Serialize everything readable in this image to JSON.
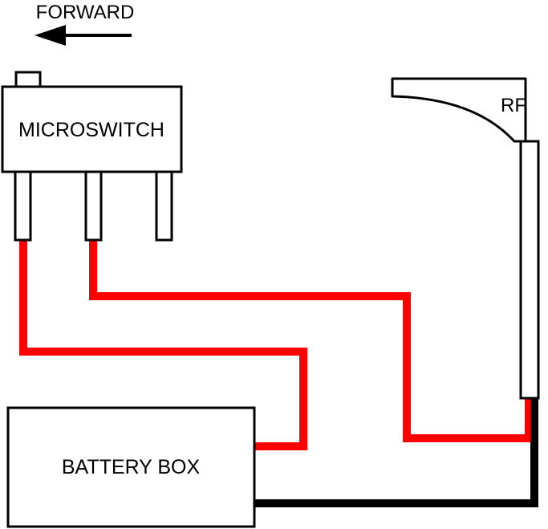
{
  "labels": {
    "direction": "FORWARD",
    "switch": "MICROSWITCH",
    "battery": "BATTERY BOX",
    "rf": "RF"
  },
  "colors": {
    "wire_positive": "#ff0000",
    "wire_ground": "#000000",
    "outline": "#000000",
    "fill": "#ffffff"
  },
  "icons": {
    "direction_arrow": "arrow-left-icon"
  }
}
